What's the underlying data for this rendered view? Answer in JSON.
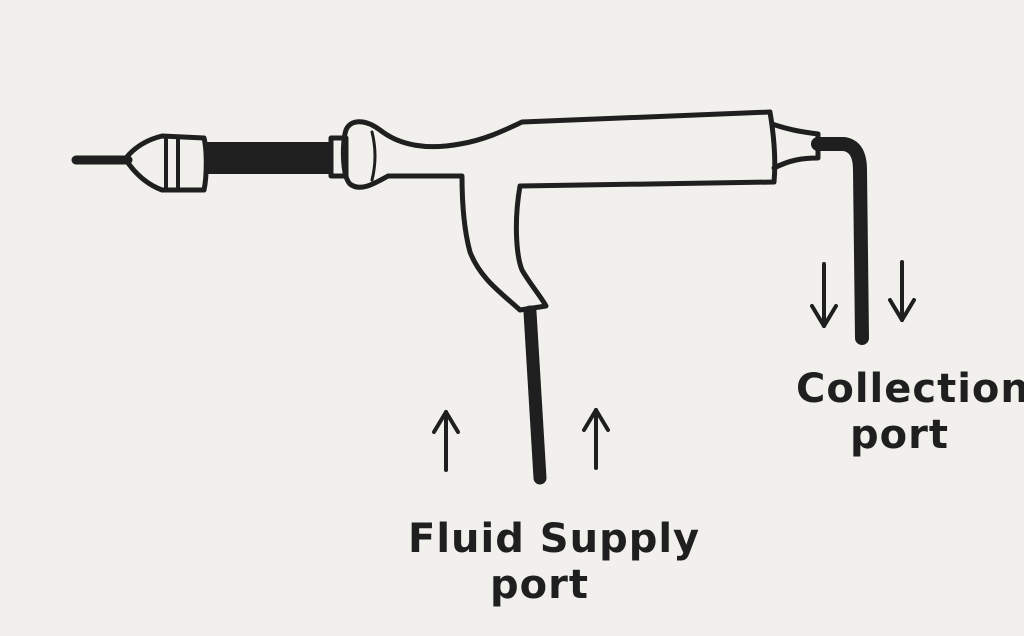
{
  "diagram": {
    "labels": {
      "fluid_supply_line1": "Fluid Supply",
      "fluid_supply_line2": "port",
      "collection_line1": "Collection",
      "collection_line2": "port"
    },
    "colors": {
      "background": "#f1f0ec",
      "ink": "#1f1f1f"
    }
  }
}
